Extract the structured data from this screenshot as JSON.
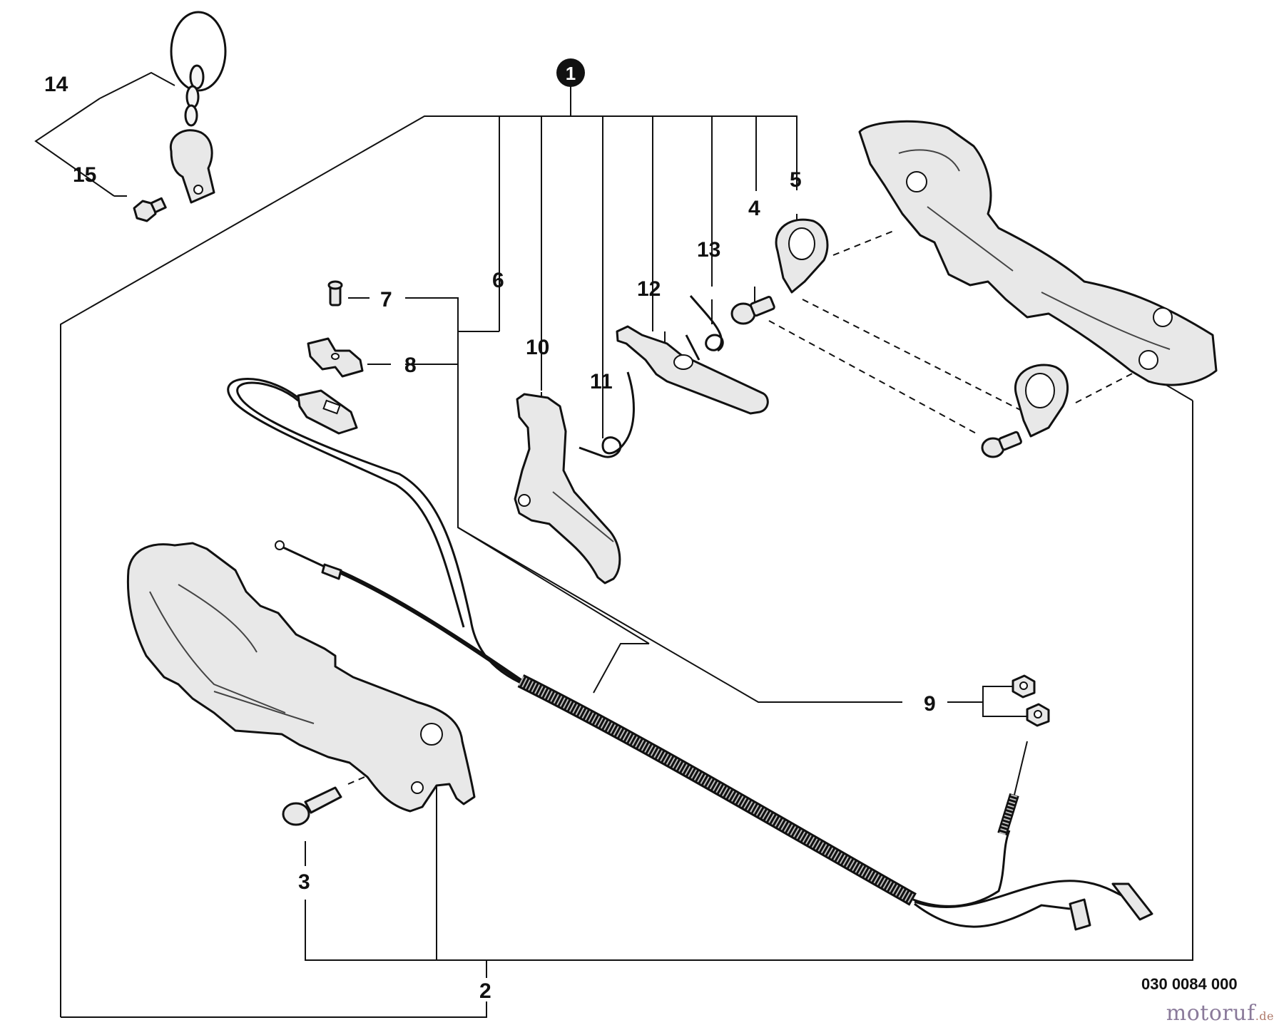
{
  "diagram": {
    "assembly_marker": "1",
    "callouts": {
      "c2": "2",
      "c3": "3",
      "c4": "4",
      "c5": "5",
      "c6": "6",
      "c7": "7",
      "c8": "8",
      "c9": "9",
      "c10": "10",
      "c11": "11",
      "c12": "12",
      "c13": "13",
      "c14": "14",
      "c15": "15"
    },
    "drawing_code": "030 0084 000",
    "watermark": {
      "main": "motoruf",
      "suffix": ".de"
    }
  }
}
